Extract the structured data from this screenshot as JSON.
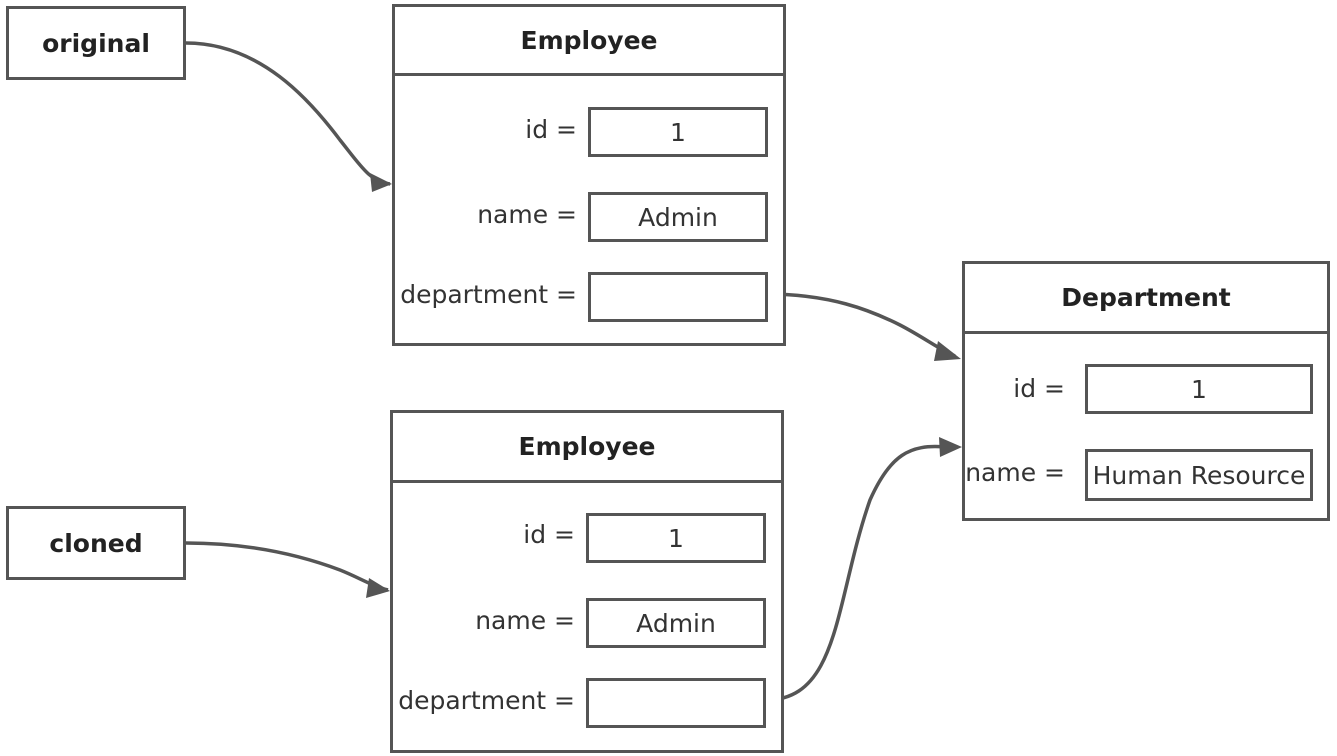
{
  "references": {
    "original": "original",
    "cloned": "cloned"
  },
  "employee_original": {
    "title": "Employee",
    "fields": [
      {
        "label": "id =",
        "value": "1"
      },
      {
        "label": "name =",
        "value": "Admin"
      },
      {
        "label": "department =",
        "value": ""
      }
    ]
  },
  "employee_cloned": {
    "title": "Employee",
    "fields": [
      {
        "label": "id =",
        "value": "1"
      },
      {
        "label": "name =",
        "value": "Admin"
      },
      {
        "label": "department =",
        "value": ""
      }
    ]
  },
  "department": {
    "title": "Department",
    "fields": [
      {
        "label": "id =",
        "value": "1"
      },
      {
        "label": "name =",
        "value": "Human Resource"
      }
    ]
  },
  "colors": {
    "stroke": "#555555",
    "text": "#333333"
  }
}
